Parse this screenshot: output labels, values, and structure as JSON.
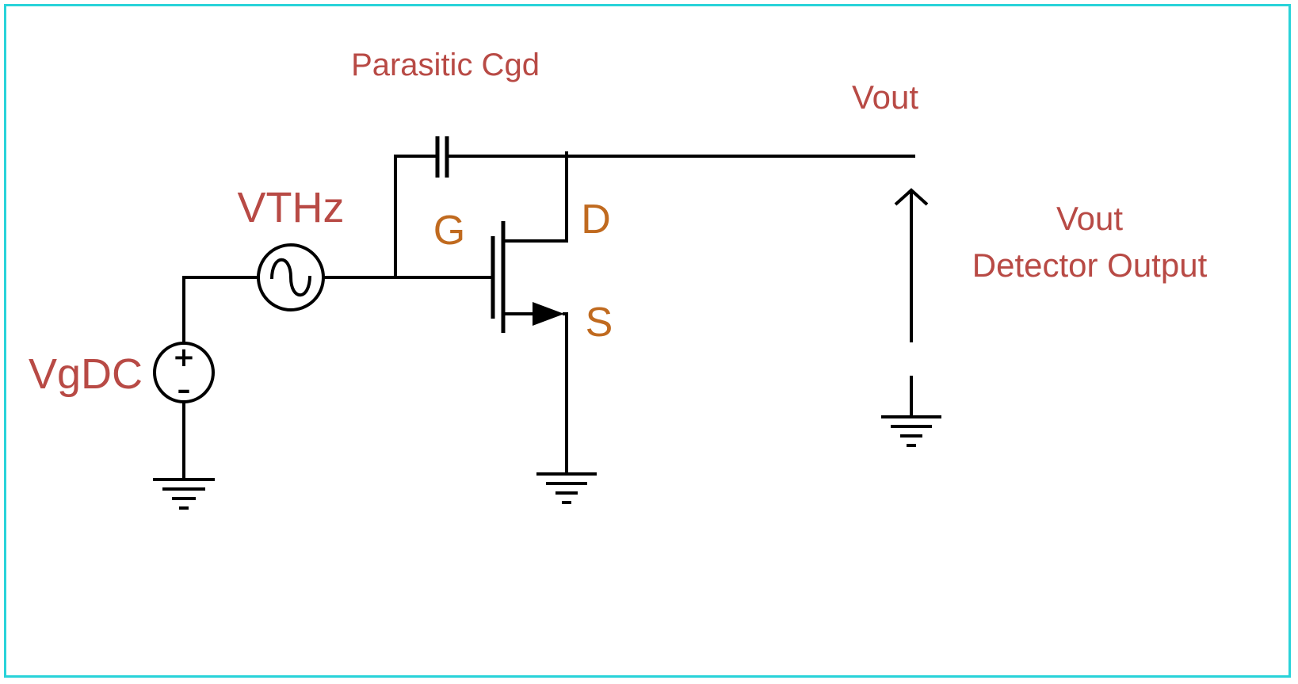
{
  "labels": {
    "parasitic_cgd": "Parasitic Cgd",
    "vout_top": "Vout",
    "vthz": "VTHz",
    "gate": "G",
    "drain": "D",
    "source": "S",
    "vout_right": "Vout",
    "detector_output": "Detector Output",
    "vgdc": "VgDC",
    "plus_sign": "+",
    "minus_sign": "–"
  },
  "colors": {
    "label_red": "#b84a45",
    "label_orange": "#c06a1f",
    "wire": "#000000",
    "frame": "#29d3d9"
  }
}
